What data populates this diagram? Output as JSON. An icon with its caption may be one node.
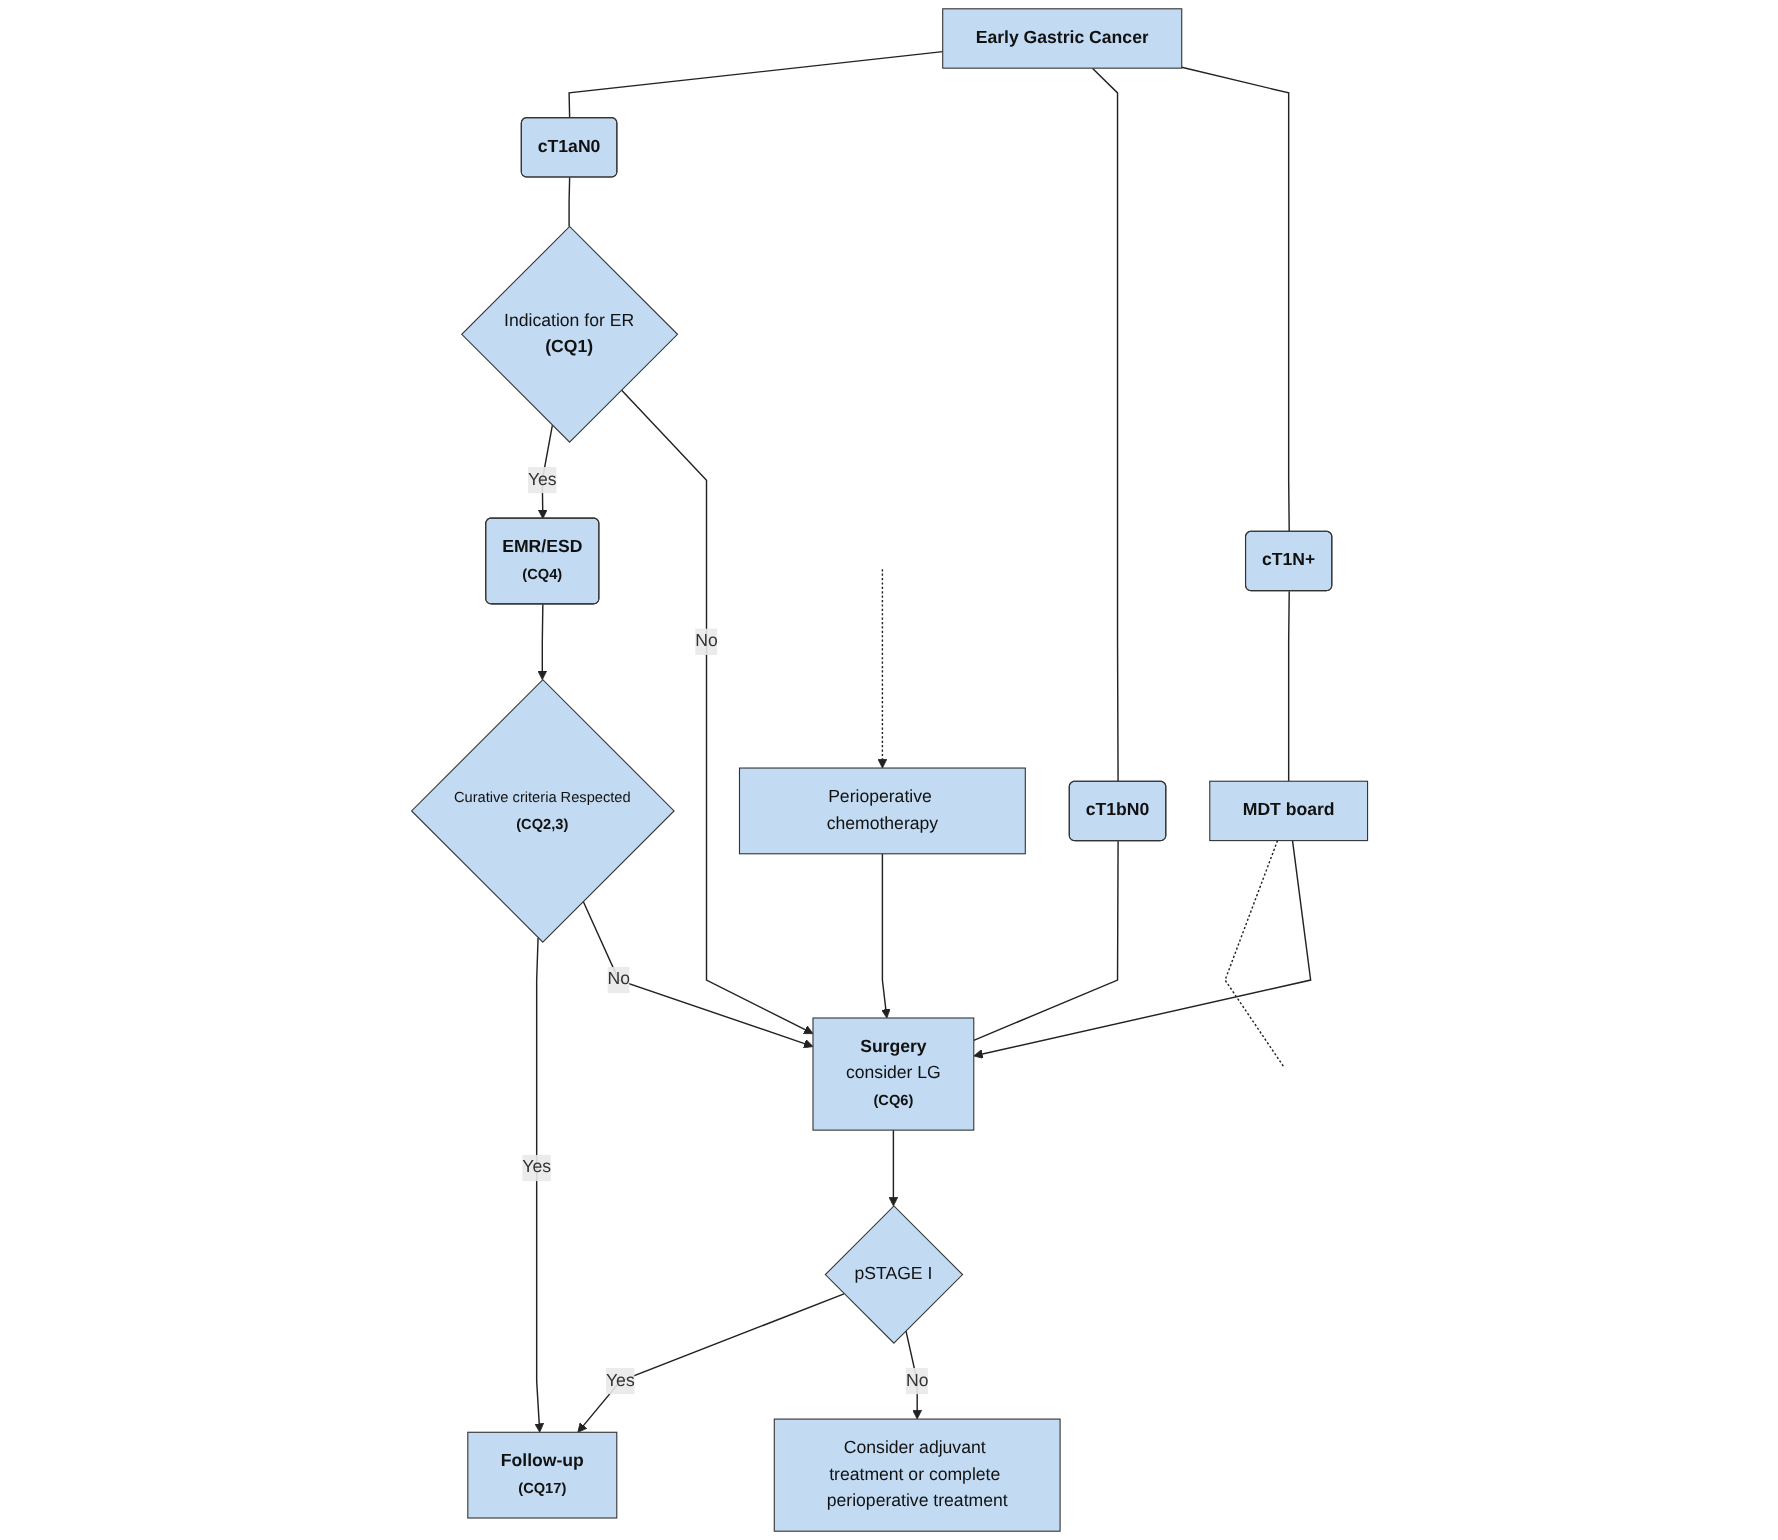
{
  "diagram": {
    "nodes": [
      {
        "text": [
          "Early Gastric Cancer"
        ]
      },
      {
        "text": [
          "cT1aN0"
        ]
      },
      {
        "text": [
          "cT1bN0"
        ]
      },
      {
        "text": [
          "cT1N+"
        ]
      },
      {
        "text": [
          "Indication for ER",
          "(CQ1)"
        ]
      },
      {
        "text": [
          "MDT board"
        ]
      },
      {
        "text": [
          "EMR/ESD",
          "(CQ4)"
        ]
      },
      {
        "text": [
          "Perioperative chemotherapy"
        ]
      },
      {
        "text": [
          "Curative criteria Respected",
          "(CQ2,3)"
        ]
      },
      {
        "text": [
          "Surgery",
          "consider LG",
          "(CQ6)"
        ]
      },
      {
        "text": [
          "pSTAGE I"
        ]
      },
      {
        "text": [
          "Follow-up",
          "(CQ17)"
        ]
      },
      {
        "text": [
          "Consider adjuvant treatment or complete perioperative treatment"
        ]
      }
    ],
    "edges": [
      {
        "from": 0,
        "to": 1,
        "arrow": "none"
      },
      {
        "from": 0,
        "to": 2,
        "arrow": "none"
      },
      {
        "from": 0,
        "to": 3,
        "arrow": "none"
      },
      {
        "from": 1,
        "to": 4,
        "arrow": "none"
      },
      {
        "from": 2,
        "to": 9,
        "arrow": "none"
      },
      {
        "from": 3,
        "to": 5,
        "arrow": "none"
      },
      {
        "from": 4,
        "to": 6,
        "label": "Yes",
        "arrow": "to"
      },
      {
        "from": 4,
        "to": 9,
        "label": "No",
        "arrow": "to"
      },
      {
        "from": 5,
        "to": null,
        "arrow": "none",
        "style": "dashed"
      },
      {
        "from": 6,
        "to": 8,
        "arrow": "to"
      },
      {
        "from": null,
        "to": 7,
        "arrow": "to",
        "style": "dashed"
      },
      {
        "from": 8,
        "to": 11,
        "label": "Yes",
        "arrow": "to"
      },
      {
        "from": 8,
        "to": 9,
        "label": "No",
        "arrow": "to"
      },
      {
        "from": 5,
        "to": 9,
        "arrow": "to"
      },
      {
        "from": 7,
        "to": 9,
        "arrow": "to"
      },
      {
        "from": 9,
        "to": 10,
        "arrow": "to"
      },
      {
        "from": 10,
        "to": 11,
        "label": "Yes",
        "arrow": "to"
      },
      {
        "from": 10,
        "to": 12,
        "label": "No",
        "arrow": "to"
      }
    ]
  }
}
